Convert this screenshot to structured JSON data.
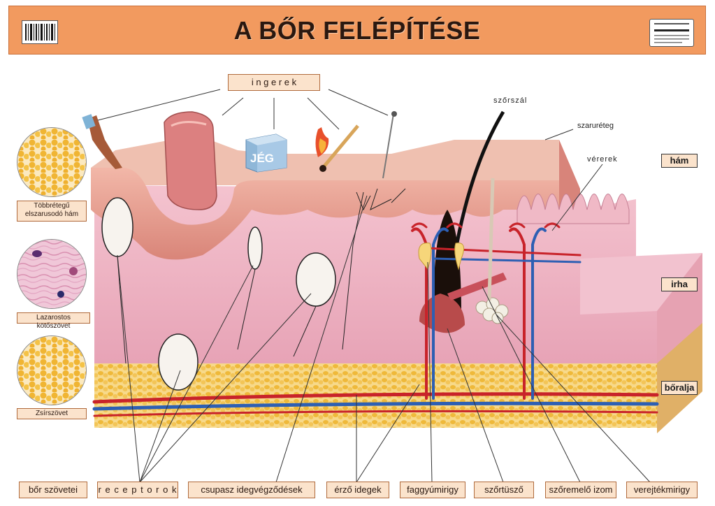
{
  "title": "A BŐR FELÉPÍTÉSE",
  "stimuli_label": "i n g e r e k",
  "ice_label": "JÉG",
  "annotations": {
    "hair": "szőrszál",
    "stratum_corneum": "szaruréteg",
    "blood_vessels": "vérerek"
  },
  "layers": {
    "epidermis": "hám",
    "dermis": "irha",
    "subcutis": "bőralja"
  },
  "tissues": [
    {
      "label": "Többrétegű elszarusodó hám",
      "color": "#f2b733"
    },
    {
      "label": "Lazarostos kötőszövet",
      "color": "#e9a6c8"
    },
    {
      "label": "Zsírszövet",
      "color": "#f2b733"
    }
  ],
  "bottom_labels": [
    "bőr szövetei",
    "r e c e p t o r o k",
    "csupasz idegvégződések",
    "érző idegek",
    "faggyúmirigy",
    "szőrtüsző",
    "szőremelő izom",
    "verejtékmirigy"
  ],
  "colors": {
    "banner": "#f29a5f",
    "label_bg": "#fbe3cc",
    "epidermis": "#e9a39a",
    "dermis": "#f0b6c4",
    "fat": "#f1c451",
    "artery": "#c8232a",
    "vein": "#2d5fb3"
  }
}
